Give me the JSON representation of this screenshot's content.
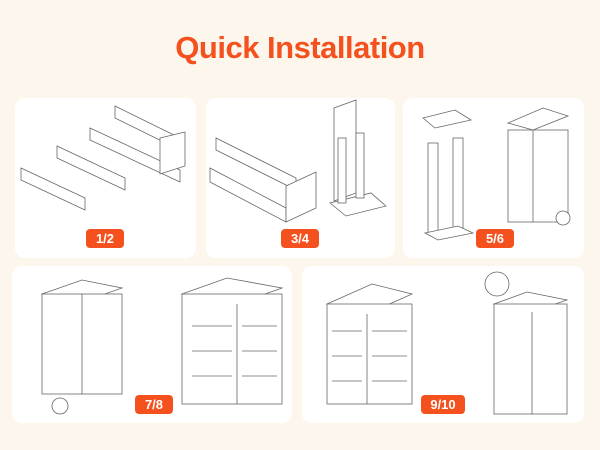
{
  "title": "Quick Installation",
  "steps": [
    {
      "label": "1/2"
    },
    {
      "label": "3/4"
    },
    {
      "label": "5/6"
    },
    {
      "label": "7/8"
    },
    {
      "label": "9/10"
    }
  ],
  "colors": {
    "accent": "#f4511e",
    "background": "#fdf6ec",
    "panel": "#ffffff"
  }
}
